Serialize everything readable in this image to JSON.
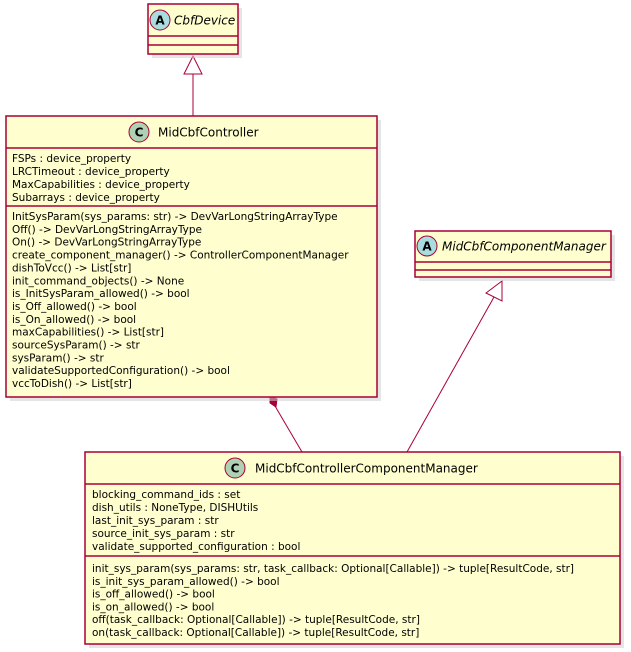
{
  "diagram": {
    "type": "uml-class-diagram",
    "colors": {
      "box_fill": "#FEFECE",
      "border": "#A80036",
      "class_badge": "#ADD1B2",
      "abstract_badge": "#A9DCDF"
    },
    "classes": {
      "cbf_device": {
        "badge": "A",
        "name": "CbfDevice",
        "abstract": true,
        "fields": [],
        "methods": []
      },
      "mid_cbf_controller": {
        "badge": "C",
        "name": "MidCbfController",
        "abstract": false,
        "fields": [
          "FSPs : device_property",
          "LRCTimeout : device_property",
          "MaxCapabilities : device_property",
          "Subarrays : device_property"
        ],
        "methods": [
          "InitSysParam(sys_params: str) -> DevVarLongStringArrayType",
          "Off() -> DevVarLongStringArrayType",
          "On() -> DevVarLongStringArrayType",
          "create_component_manager() -> ControllerComponentManager",
          "dishToVcc() -> List[str]",
          "init_command_objects() -> None",
          "is_InitSysParam_allowed() -> bool",
          "is_Off_allowed() -> bool",
          "is_On_allowed() -> bool",
          "maxCapabilities() -> List[str]",
          "sourceSysParam() -> str",
          "sysParam() -> str",
          "validateSupportedConfiguration() -> bool",
          "vccToDish() -> List[str]"
        ]
      },
      "mid_cbf_component_manager": {
        "badge": "A",
        "name": "MidCbfComponentManager",
        "abstract": true,
        "fields": [],
        "methods": []
      },
      "mid_cbf_controller_component_manager": {
        "badge": "C",
        "name": "MidCbfControllerComponentManager",
        "abstract": false,
        "fields": [
          "blocking_command_ids : set",
          "dish_utils : NoneType, DISHUtils",
          "last_init_sys_param : str",
          "source_init_sys_param : str",
          "validate_supported_configuration : bool"
        ],
        "methods": [
          "init_sys_param(sys_params: str, task_callback: Optional[Callable]) -> tuple[ResultCode, str]",
          "is_init_sys_param_allowed() -> bool",
          "is_off_allowed() -> bool",
          "is_on_allowed() -> bool",
          "off(task_callback: Optional[Callable]) -> tuple[ResultCode, str]",
          "on(task_callback: Optional[Callable]) -> tuple[ResultCode, str]"
        ]
      }
    },
    "relations": [
      {
        "from": "MidCbfController",
        "to": "CbfDevice",
        "kind": "inheritance"
      },
      {
        "from": "MidCbfControllerComponentManager",
        "to": "MidCbfComponentManager",
        "kind": "inheritance"
      },
      {
        "from": "MidCbfController",
        "to": "MidCbfControllerComponentManager",
        "kind": "composition"
      }
    ]
  }
}
